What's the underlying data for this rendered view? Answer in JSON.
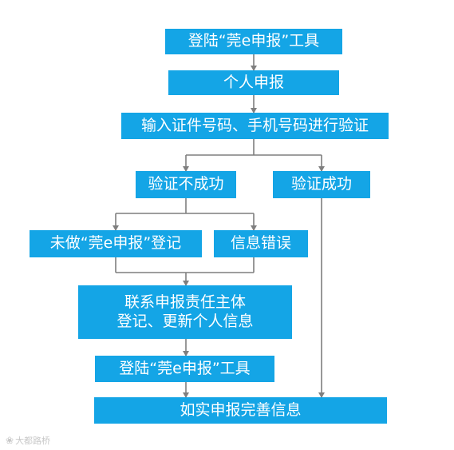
{
  "diagram": {
    "nodes": {
      "login_1": "登陆“莞e申报”工具",
      "personal": "个人申报",
      "verify": "输入证件号码、手机号码进行验证",
      "fail": "验证不成功",
      "success": "验证成功",
      "not_registered": "未做“莞e申报”登记",
      "info_error": "信息错误",
      "contact_line1": "联系申报责任主体",
      "contact_line2": "登记、更新个人信息",
      "login_2": "登陆“莞e申报”工具",
      "final": "如实申报完善信息"
    },
    "colors": {
      "box": "#14a5e6",
      "text": "#ffffff",
      "line": "#7f7f7f"
    }
  },
  "watermark": {
    "text": "大都路桥"
  }
}
